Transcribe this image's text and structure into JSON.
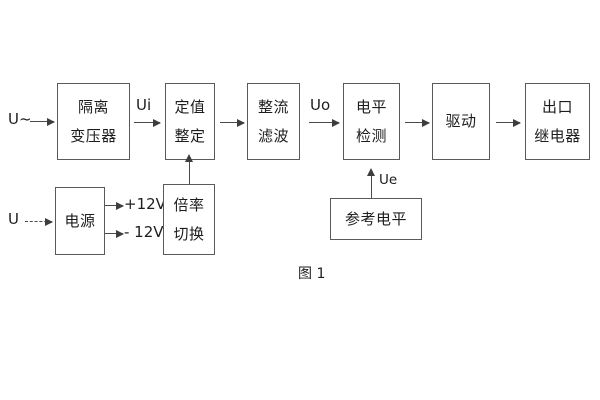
{
  "figure": {
    "caption": "图 1",
    "background_color": "#ffffff",
    "box_border_color": "#5a5a5a",
    "arrow_color": "#3d3d3d",
    "text_color": "#1d1d1d"
  },
  "blocks": [
    {
      "id": "isolation-transformer",
      "lines": [
        "隔离",
        "变压器"
      ]
    },
    {
      "id": "setpoint-adjust",
      "lines": [
        "定值",
        "整定"
      ]
    },
    {
      "id": "rectify-filter",
      "lines": [
        "整流",
        "滤波"
      ]
    },
    {
      "id": "level-detect",
      "lines": [
        "电平",
        "检测"
      ]
    },
    {
      "id": "drive",
      "lines": [
        "驱动"
      ]
    },
    {
      "id": "output-relay",
      "lines": [
        "出口",
        "继电器"
      ]
    },
    {
      "id": "power-supply",
      "lines": [
        "电源"
      ]
    },
    {
      "id": "multiplier-switch",
      "lines": [
        "倍率",
        "切换"
      ]
    },
    {
      "id": "reference-level",
      "lines": [
        "参考电平"
      ]
    }
  ],
  "labels": {
    "input_ac": "U~",
    "input_dc": "U",
    "ui": "Ui",
    "uo": "Uo",
    "ue": "Ue",
    "rail_positive": "+12V",
    "rail_negative": "- 12V"
  }
}
